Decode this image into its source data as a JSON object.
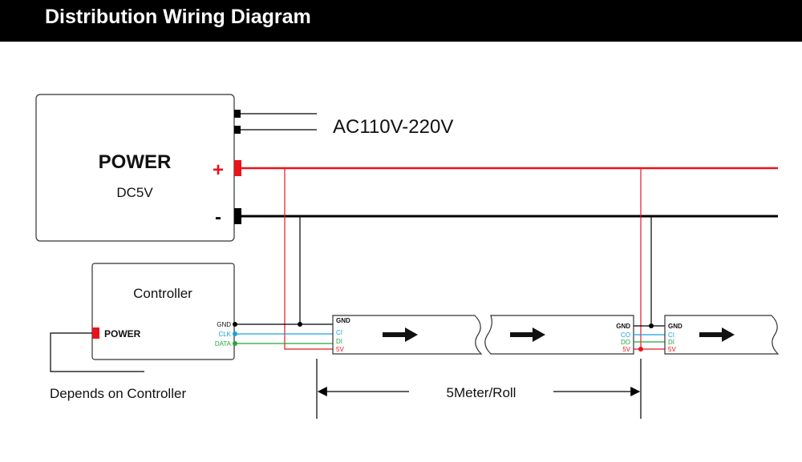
{
  "header": {
    "title": "Distribution Wiring Diagram"
  },
  "power": {
    "title": "POWER",
    "voltage": "DC5V",
    "plus": "+",
    "minus": "-",
    "ac_input": "AC110V-220V"
  },
  "controller": {
    "title": "Controller",
    "power_label": "POWER",
    "pins": {
      "gnd": "GND",
      "clk": "CLK",
      "data": "DATA"
    },
    "note": "Depends on Controller"
  },
  "strip1": {
    "pins": {
      "gnd": "GND",
      "ci": "CI",
      "di": "DI",
      "v5": "5V"
    }
  },
  "strip2": {
    "pins": {
      "gnd": "GND",
      "co": "CO",
      "do": "DO",
      "v5": "5V"
    }
  },
  "strip3": {
    "pins": {
      "gnd": "GND",
      "ci": "CI",
      "di": "DI",
      "v5": "5V"
    }
  },
  "dimension": {
    "label": "5Meter/Roll"
  },
  "colors": {
    "positive": "#e8141b",
    "negative": "#000000",
    "clock": "#1aa0e0",
    "data": "#22a838"
  }
}
